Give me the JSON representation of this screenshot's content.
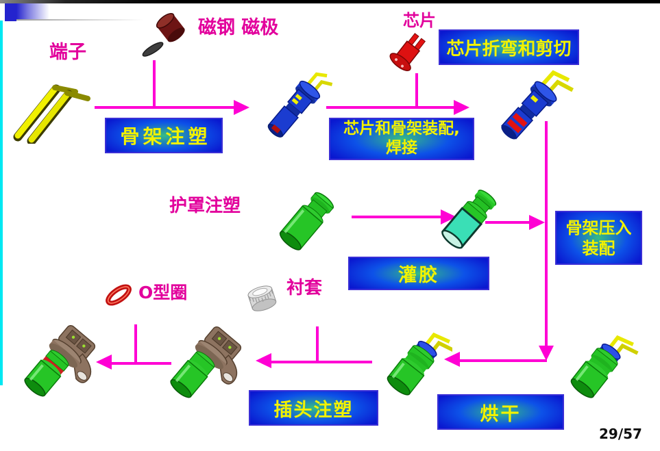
{
  "slide": {
    "page_number": "29/57"
  },
  "colors": {
    "label_magenta": "#e2009c",
    "arrow_magenta": "#ff00d4",
    "box_text_yellow": "#f2f200",
    "box_blue": "#0a2ae0",
    "box_center_glow": "#35bc85",
    "cyan_bar": "#00e8f2",
    "accent_blue": "#2423ce"
  },
  "part_labels": {
    "terminal": "端子",
    "magnet_line1": "磁钢",
    "magnet_line2": "磁极",
    "chip": "芯片",
    "shield_molding": "护罩注塑",
    "o_ring": "O型圈",
    "bushing": "衬套"
  },
  "process_steps": {
    "frame_molding": "骨架注塑",
    "chip_bend_cut": "芯片折弯和剪切",
    "chip_frame_assembly_line1": "芯片和骨架装配,",
    "chip_frame_assembly_line2": "焊接",
    "potting": "灌胶",
    "frame_press_line1": "骨架压入",
    "frame_press_line2": "装配",
    "plug_molding": "插头注塑",
    "drying": "烘干"
  }
}
